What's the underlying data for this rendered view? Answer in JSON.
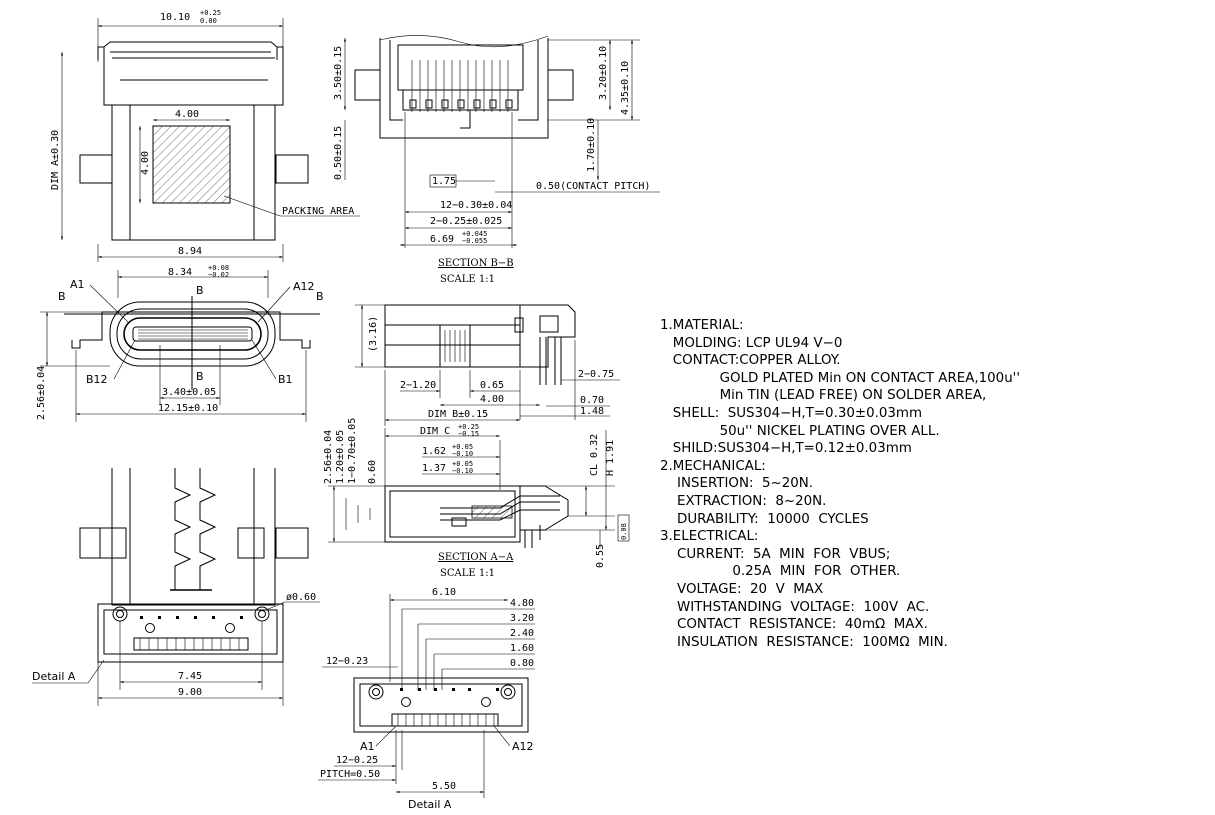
{
  "top_view": {
    "width_dim": "10.10",
    "width_tol_up": "+0.25",
    "width_tol_dn": "0.00",
    "height_dim": "DIM A±0.30",
    "pad_w": "4.00",
    "pad_h": "4.00",
    "packing": "PACKING AREA",
    "base_w": "8.94"
  },
  "section_bb": {
    "d1": "3.50±0.15",
    "d2": "0.50±0.15",
    "d3": "3.20±0.10",
    "d4": "4.35±0.10",
    "d5": "1.70±0.10",
    "box": "1.75",
    "pitch": "0.50(CONTACT PITCH)",
    "w1": "12−0.30±0.04",
    "w2": "2−0.25±0.025",
    "w3": "6.69",
    "w3_up": "+0.045",
    "w3_dn": "−0.055",
    "title": "SECTION B−B",
    "scale": "SCALE 1:1"
  },
  "front_view": {
    "top_w": "8.34",
    "top_up": "+0.08",
    "top_dn": "−0.02",
    "a1": "A1",
    "a12": "A12",
    "b12": "B12",
    "b1": "B1",
    "b": "B",
    "mid": "3.40±0.05",
    "height": "2.56±0.04",
    "bottom": "12.15±0.10"
  },
  "side_view": {
    "h316": "(3.16)",
    "d120": "2−1.20",
    "d065": "0.65",
    "d400": "4.00",
    "d075": "2−0.75",
    "d070": "0.70",
    "d148": "1.48",
    "dimb": "DIM B±0.15"
  },
  "section_aa": {
    "dimc": "DIM C",
    "dimc_up": "+0.25",
    "dimc_dn": "−0.15",
    "d162": "1.62",
    "d162_up": "+0.05",
    "d162_dn": "−0.10",
    "d137": "1.37",
    "d137_up": "+0.05",
    "d137_dn": "−0.10",
    "v256": "2.56±0.04",
    "v120": "1.20±0.05",
    "v070": "1−0.70±0.05",
    "v060": "0.60",
    "cl": "CL 0.32",
    "h": "H 1.91",
    "v055": "0.55",
    "flat": "0.08",
    "title": "SECTION A−A",
    "scale": "SCALE 1:1"
  },
  "bottom_view": {
    "phi": "ø0.60",
    "d745": "7.45",
    "d900": "9.00",
    "detail": "Detail A"
  },
  "detail_a": {
    "d610": "6.10",
    "d480": "4.80",
    "d320": "3.20",
    "d240": "2.40",
    "d160": "1.60",
    "d080": "0.80",
    "d023": "12−0.23",
    "d025": "12−0.25",
    "pitch": "PITCH=0.50",
    "d550": "5.50",
    "a1": "A1",
    "a12": "A12",
    "title": "Detail A"
  },
  "notes": [
    "1.MATERIAL:",
    "   MOLDING: LCP UL94 V−0",
    "   CONTACT:COPPER ALLOY.",
    "              GOLD PLATED Min ON CONTACT AREA,100u''",
    "              Min TIN (LEAD FREE) ON SOLDER AREA,",
    "   SHELL:  SUS304−H,T=0.30±0.03mm",
    "              50u'' NICKEL PLATING OVER ALL.",
    "   SHILD:SUS304−H,T=0.12±0.03mm",
    "2.MECHANICAL:",
    "    INSERTION:  5~20N.",
    "    EXTRACTION:  8~20N.",
    "    DURABILITY:  10000  CYCLES",
    "3.ELECTRICAL:",
    "    CURRENT:  5A  MIN  FOR  VBUS;",
    "                 0.25A  MIN  FOR  OTHER.",
    "    VOLTAGE:  20  V  MAX",
    "    WITHSTANDING  VOLTAGE:  100V  AC.",
    "    CONTACT  RESISTANCE:  40mΩ  MAX.",
    "    INSULATION  RESISTANCE:  100MΩ  MIN."
  ]
}
